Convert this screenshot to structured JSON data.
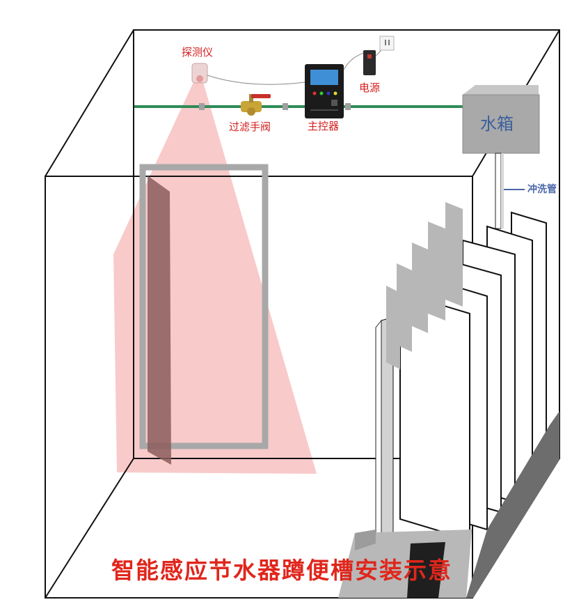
{
  "diagram": {
    "title": "智能感应节水器蹲便槽安装示意",
    "labels": {
      "detector": "探测仪",
      "power": "电源",
      "filter_valve": "过滤手阀",
      "controller": "主控器",
      "water_tank": "水箱",
      "flush_pipe": "冲洗管"
    },
    "colors": {
      "room_lines": "#111111",
      "water_pipe": "#2e8b57",
      "detection_cone": "#f6b3b3",
      "tank": "#a9a9a9",
      "door_frame": "#a8a8a8",
      "door": "#8c5d5d",
      "label_red": "#d42020",
      "label_blue": "#4a66a8",
      "title_red": "#e0261c"
    },
    "components": [
      "detector-icon",
      "filter-valve-icon",
      "controller-icon",
      "power-socket-icon",
      "water-tank",
      "flush-pipe",
      "squat-trough"
    ]
  }
}
